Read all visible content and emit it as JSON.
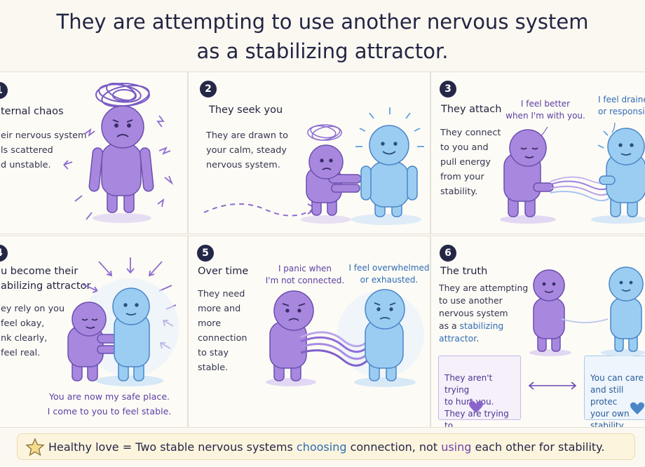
{
  "title": {
    "line1": "They are attempting to use another nervous system",
    "line2": "as a stabilizing attractor."
  },
  "panels": [
    {
      "number": "1",
      "title": "ternal chaos",
      "text": "eir nervous system\nls scattered\nd unstable."
    },
    {
      "number": "2",
      "title": "They seek you",
      "text": "They are drawn to\nyour calm, steady\nnervous system."
    },
    {
      "number": "3",
      "title": "They attach",
      "text": "They connect\nto you and\npull energy\nfrom your\nstability.",
      "quote_left": "I feel better\nwhen I'm with you.",
      "quote_right": "I feel draine\nor responsib"
    },
    {
      "number": "4",
      "title_line1": "u become their",
      "title_line2": "abilizing attractor",
      "text": "ey rely on you\nfeel okay,\nnk clearly,\nfeel real.",
      "quote": "You are now my safe place.\nI come to you to feel stable."
    },
    {
      "number": "5",
      "title": "Over time",
      "text": "They need\nmore and\nmore\nconnection\nto stay\nstable.",
      "quote_left": "I panic when\nI'm not connected.",
      "quote_right": "I feel overwhelmed\nor exhausted."
    },
    {
      "number": "6",
      "title": "The truth",
      "text_plain": "They are attempting\nto use another\nnervous system\nas a ",
      "text_highlight1": "stabilizing",
      "text_highlight2": "attractor",
      "text_end": ".",
      "callout_left": "They aren't trying\nto hurt you.\nThey are trying to\nfind stability.",
      "callout_right": "You can care\nand still protec\nyour own\nstability."
    }
  ],
  "footer": {
    "part1": "Healthy love = Two stable nervous systems ",
    "choosing": "choosing",
    "part2": " connection, not ",
    "using": "using",
    "part3": " each other for stability."
  },
  "colors": {
    "purple": "#9c7fd6",
    "purple_dark": "#6d52b0",
    "blue": "#8cc4ef",
    "blue_dark": "#4a86c8",
    "ink": "#242746"
  },
  "icons": [
    "tangled-scribble-icon",
    "star-icon",
    "heart-icon",
    "double-arrow-icon"
  ]
}
